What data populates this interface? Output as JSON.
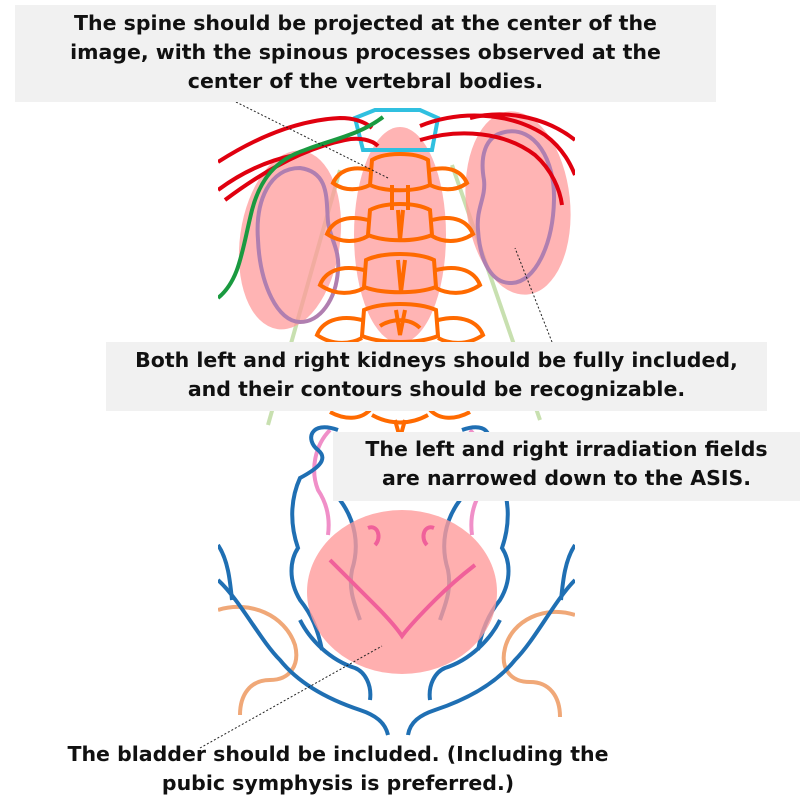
{
  "colors": {
    "spine": "#ff6a00",
    "ribs": "#e0000f",
    "kidney_outline": "#b07fb0",
    "highlight": "#ff9b9b",
    "pelvis": "#1f6fb3",
    "femur": "#f0a878",
    "sacrum": "#f08fc8",
    "bladder_line": "#f0609a",
    "psoas": "#c8e0b0",
    "liver_edge": "#1a9a40",
    "trachea_top": "#30c0e0"
  },
  "annotations": {
    "spine": {
      "line1": "The spine should be projected at the center of the",
      "line2": "image, with the spinous processes observed at the",
      "line3": "center of the vertebral bodies."
    },
    "kidneys": {
      "line1": "Both left and right kidneys should be fully included,",
      "line2": "and their contours should be recognizable."
    },
    "asis": {
      "line1": "The left and right irradiation fields",
      "line2": "are narrowed down to the ASIS."
    },
    "bladder": {
      "line1": "The bladder should be included. (Including the",
      "line2": "pubic symphysis is preferred.)"
    }
  }
}
